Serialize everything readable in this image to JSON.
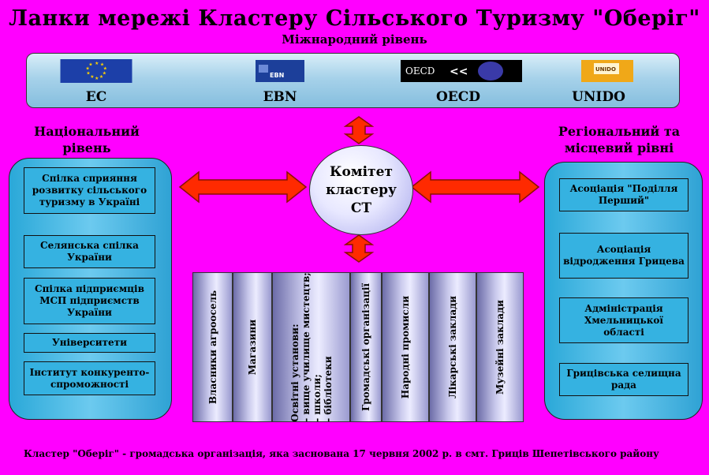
{
  "title": "Ланки мережі Кластеру Сільського Туризму \"Оберіг\"",
  "subtitle": "Міжнародний рівень",
  "international": [
    {
      "label": "ЕС",
      "logo": "eu-flag"
    },
    {
      "label": "EBN",
      "logo": "ebn-logo",
      "logo_text": "EBN"
    },
    {
      "label": "OECD",
      "logo": "oecd-logo",
      "logo_text": "OECD"
    },
    {
      "label": "UNIDO",
      "logo": "unido-logo",
      "logo_text": "UNIDO"
    }
  ],
  "national": {
    "title_line1": "Національний",
    "title_line2": "рівень",
    "items": [
      "Спілка сприяння розвитку сільського туризму в Україні",
      "Селянська спілка України",
      "Спілка підприємців МСП підприємств України",
      "Університети",
      "Інститут конкуренто-спроможності"
    ]
  },
  "regional": {
    "title_line1": "Регіональний та",
    "title_line2": "місцевий рівні",
    "items": [
      "Асоціація \"Поділля Перший\"",
      "Асоціація відродження Грицева",
      "Адміністрація Хмельницької області",
      "Грицівська селищна рада"
    ]
  },
  "committee": {
    "line1": "Комітет",
    "line2": "кластеру",
    "line3": "СТ"
  },
  "local_columns": [
    {
      "lines": [
        "Власники агроосель"
      ]
    },
    {
      "lines": [
        "Магазини"
      ]
    },
    {
      "lines": [
        "Освітні установи:",
        "- вище училище мистецтв;",
        "- школи;",
        "- бібліотеки"
      ]
    },
    {
      "lines": [
        "Громадські організації"
      ]
    },
    {
      "lines": [
        "Народні промисли"
      ]
    },
    {
      "lines": [
        "Лікарські заклади"
      ]
    },
    {
      "lines": [
        "Музейні заклади"
      ]
    }
  ],
  "footer": "Кластер \"Оберіг\" - громадська організація, яка заснована 17 червня 2002 р. в смт. Гриців Шепетівського району",
  "colors": {
    "background": "#ff00ff",
    "arrow_fill": "#ff2a00",
    "arrow_stroke": "#8a1000",
    "box_fill": "#35b2e1"
  }
}
